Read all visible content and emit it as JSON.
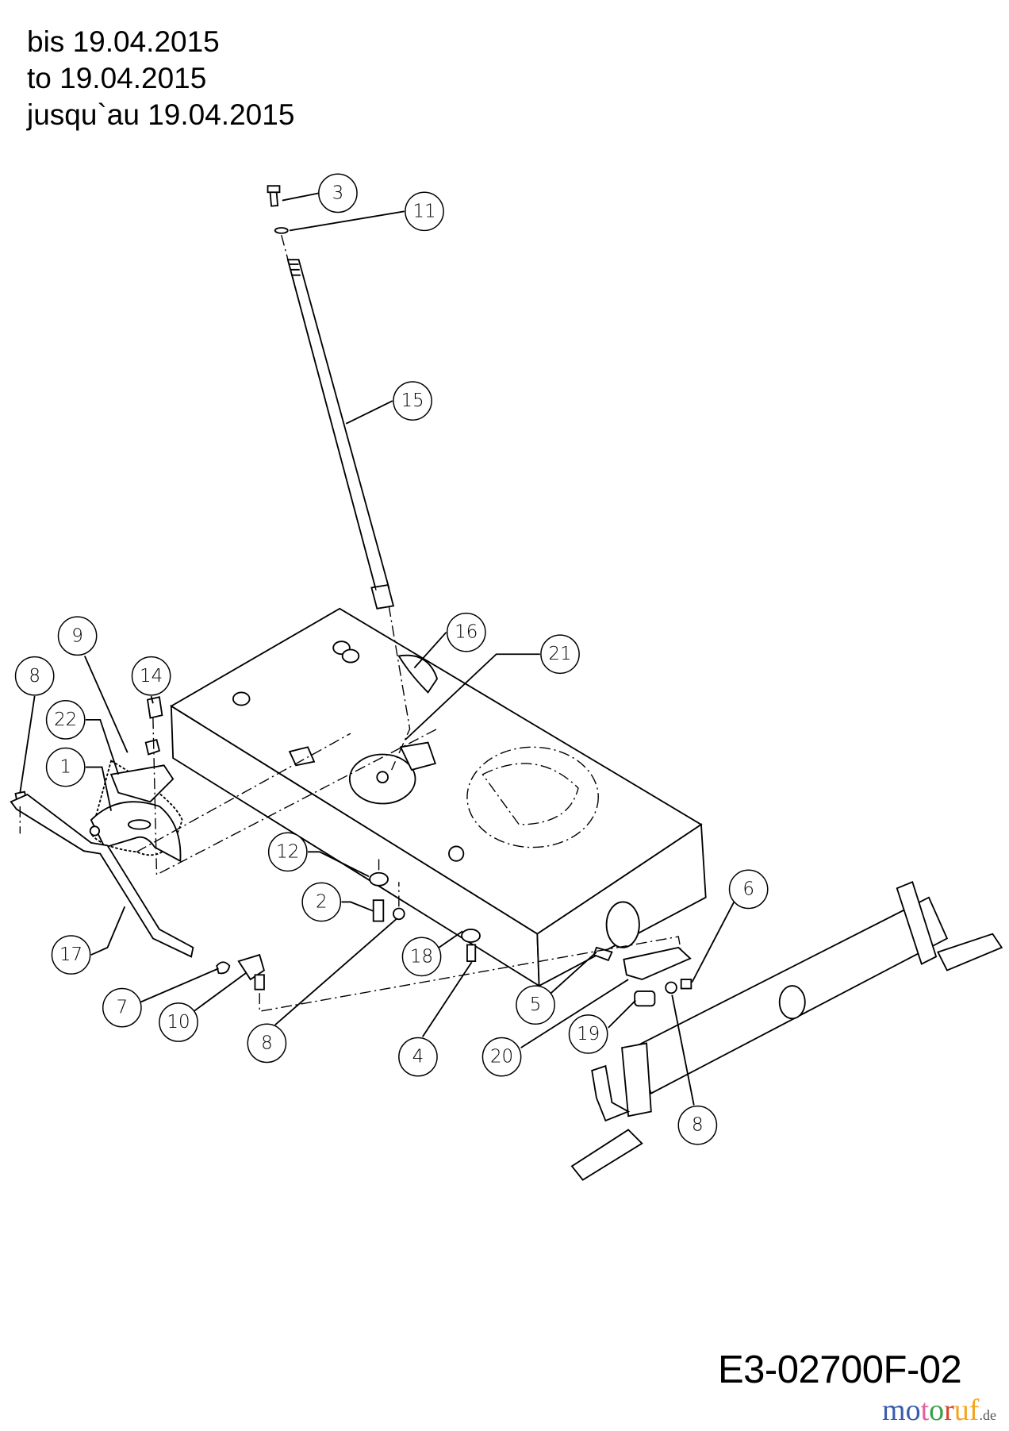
{
  "header": {
    "line_de": "bis 19.04.2015",
    "line_en": "to 19.04.2015",
    "line_fr": "jusqu`au 19.04.2015"
  },
  "drawing_code": "E3-02700F-02",
  "watermark": {
    "letters": [
      "m",
      "o",
      "t",
      "o",
      "r",
      "u",
      "f"
    ],
    "suffix": ".de",
    "colors": [
      "#3b5bab",
      "#3b5bab",
      "#e4609c",
      "#3aa047",
      "#d9442c",
      "#f4a523",
      "#f4a523"
    ]
  },
  "callouts": [
    "3",
    "11",
    "15",
    "16",
    "21",
    "9",
    "14",
    "8",
    "22",
    "1",
    "12",
    "2",
    "6",
    "17",
    "18",
    "5",
    "7",
    "10",
    "19",
    "8",
    "4",
    "20",
    "8"
  ]
}
